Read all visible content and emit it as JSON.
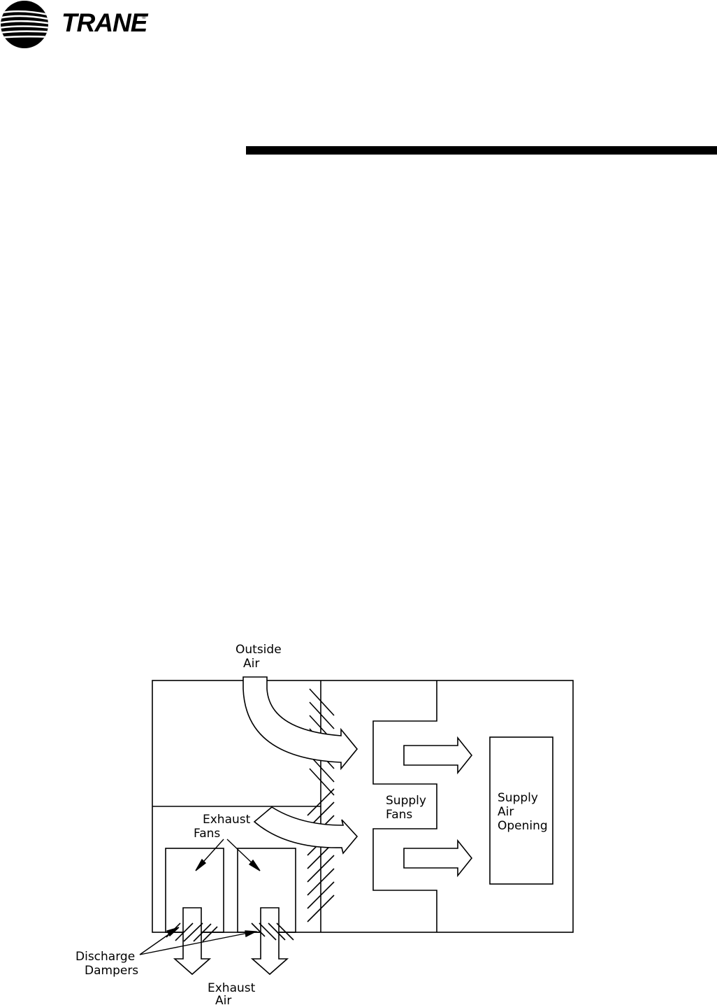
{
  "brand": {
    "name": "TRANE",
    "registered_mark": "®"
  },
  "diagram": {
    "labels": {
      "outside_air": [
        "Outside",
        "Air"
      ],
      "exhaust_fans": [
        "Exhaust",
        "Fans"
      ],
      "supply_fans": [
        "Supply",
        "Fans"
      ],
      "supply_air_opening": [
        "Supply",
        "Air",
        "Opening"
      ],
      "discharge_dampers": [
        "Discharge",
        "Dampers"
      ],
      "exhaust_air": [
        "Exhaust",
        "Air"
      ]
    }
  }
}
